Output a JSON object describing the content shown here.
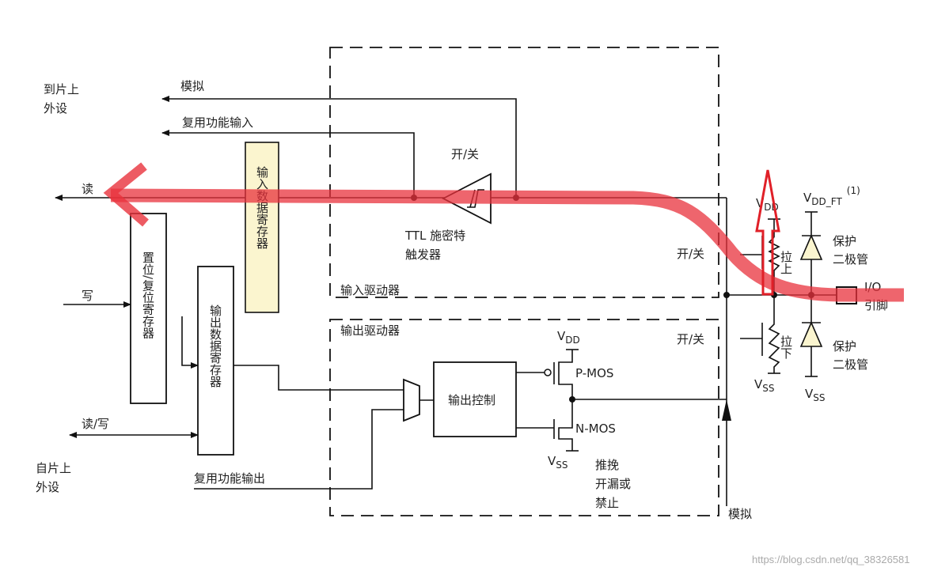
{
  "labels": {
    "to_peripheral_1": "到片上",
    "to_peripheral_2": "外设",
    "analog_in": "模拟",
    "alt_func_in": "复用功能输入",
    "read": "读",
    "write": "写",
    "read_write": "读/写",
    "from_peripheral_1": "自片上",
    "from_peripheral_2": "外设",
    "alt_func_out": "复用功能输出",
    "input_data_register": "输入数据寄存器",
    "set_reset_register": "置位/复位寄存器",
    "output_data_register": "输出数据寄存器",
    "schmitt_onoff": "开/关",
    "schmitt_1": "TTL 施密特",
    "schmitt_2": "触发器",
    "input_driver": "输入驱动器",
    "output_driver": "输出驱动器",
    "input_onoff": "开/关",
    "output_onoff": "开/关",
    "output_control": "输出控制",
    "vdd_out": "V",
    "vdd_out_sub": "DD",
    "pmos": "P-MOS",
    "nmos": "N-MOS",
    "vss_out": "V",
    "vss_out_sub": "SS",
    "mode_1": "推挽",
    "mode_2": "开漏或",
    "mode_3": "禁止",
    "analog_out": "模拟",
    "vdd_pull": "V",
    "vdd_pull_sub": "DD",
    "vdd_ft": "V",
    "vdd_ft_sub": "DD_FT",
    "vdd_ft_note": "(1)",
    "pull_up_1": "拉",
    "pull_up_2": "上",
    "pull_down_1": "拉",
    "pull_down_2": "下",
    "vss_pull": "V",
    "vss_pull_sub": "SS",
    "vss_diode": "V",
    "vss_diode_sub": "SS",
    "diode_top_1": "保护",
    "diode_top_2": "二极管",
    "diode_bot_1": "保护",
    "diode_bot_2": "二极管",
    "io_pin_1": "I/O",
    "io_pin_2": "引脚"
  },
  "watermark": "https://blog.csdn.net/qq_38326581",
  "colors": {
    "highlight": "#e8323c",
    "register_fill": "#fbf5cf",
    "diode_fill": "#fbf5cf"
  }
}
